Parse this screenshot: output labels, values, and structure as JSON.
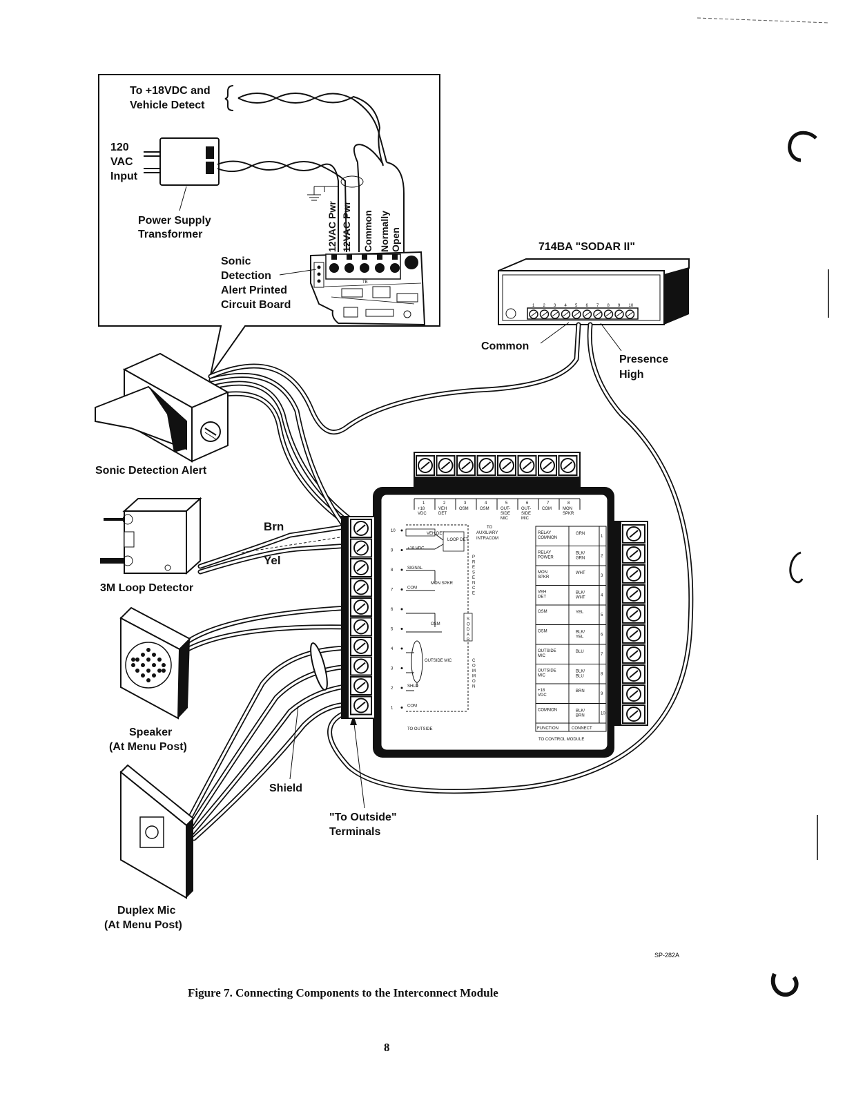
{
  "inset": {
    "to_18vdc_line1": "To +18VDC and",
    "to_18vdc_line2": "Vehicle Detect",
    "vac_line1": "120",
    "vac_line2": "VAC",
    "vac_line3": "Input",
    "power_supply_line1": "Power Supply",
    "power_supply_line2": "Transformer",
    "pcb_line1": "Sonic",
    "pcb_line2": "Detection",
    "pcb_line3": "Alert Printed",
    "pcb_line4": "Circuit Board",
    "terminal_labels": [
      "12VAC Pwr",
      "12VAC Pwr",
      "Common",
      "Normally",
      "Open"
    ],
    "pcb_tag": "TB"
  },
  "sodar": {
    "title": "714BA \"SODAR II\"",
    "terminal_numbers": [
      "1",
      "2",
      "3",
      "4",
      "5",
      "6",
      "7",
      "8",
      "9",
      "10"
    ],
    "common_label": "Common",
    "presence_line1": "Presence",
    "presence_line2": "High"
  },
  "components": {
    "sonic_alert": "Sonic Detection Alert",
    "loop_detector": "3M Loop Detector",
    "speaker_line1": "Speaker",
    "speaker_line2": "(At Menu Post)",
    "mic_line1": "Duplex Mic",
    "mic_line2": "(At Menu Post)"
  },
  "wire_labels": {
    "brn": "Brn",
    "yel": "Yel",
    "shield": "Shield",
    "to_outside_line1": "\"To Outside\"",
    "to_outside_line2": "Terminals"
  },
  "module": {
    "top_header": [
      {
        "num": "1",
        "label": "+18 VDC"
      },
      {
        "num": "2",
        "label": "VEH DET"
      },
      {
        "num": "3",
        "label": "OSM"
      },
      {
        "num": "4",
        "label": "OSM"
      },
      {
        "num": "5",
        "label": "OUT- SIDE MIC"
      },
      {
        "num": "6",
        "label": "OUT- SIDE MIC"
      },
      {
        "num": "7",
        "label": "COM"
      },
      {
        "num": "8",
        "label": "MON SPKR"
      }
    ],
    "left_rows": [
      {
        "num": "10",
        "label": "VEH DET"
      },
      {
        "num": "9",
        "label": "+18 VDC"
      },
      {
        "num": "8",
        "label": "SIGNAL"
      },
      {
        "num": "7",
        "label": "COM"
      },
      {
        "num": "6",
        "label": ""
      },
      {
        "num": "5",
        "label": ""
      },
      {
        "num": "4",
        "label": ""
      },
      {
        "num": "3",
        "label": ""
      },
      {
        "num": "2",
        "label": "SHLD"
      },
      {
        "num": "1",
        "label": "COM"
      }
    ],
    "loop_det": "LOOP DET",
    "mon_spkr": "MON SPKR",
    "osm": "OSM",
    "outside_mic": "OUTSIDE MIC",
    "to_aux_line1": "TO",
    "to_aux_line2": "AUXILIARY",
    "to_aux_line3": "INTRACOM",
    "presence_vertical": "PRESENCE",
    "sodar_vertical": "SODAR",
    "common_vertical": "COMMON",
    "to_outside": "TO OUTSIDE",
    "right_table": [
      {
        "func": "RELAY COMMON",
        "color": "GRN",
        "num": "1"
      },
      {
        "func": "RELAY POWER",
        "color": "BLK/ GRN",
        "num": "2"
      },
      {
        "func": "MON SPKR",
        "color": "WHT",
        "num": "3"
      },
      {
        "func": "VEH DET",
        "color": "BLK/ WHT",
        "num": "4"
      },
      {
        "func": "OSM",
        "color": "YEL",
        "num": "5"
      },
      {
        "func": "OSM",
        "color": "BLK/ YEL",
        "num": "6"
      },
      {
        "func": "OUTSIDE MIC",
        "color": "BLU",
        "num": "7"
      },
      {
        "func": "OUTSIDE MIC",
        "color": "BLK/ BLU",
        "num": "8"
      },
      {
        "func": "+18 VDC",
        "color": "BRN",
        "num": "9"
      },
      {
        "func": "COMMON",
        "color": "BLK/ BRN",
        "num": "10"
      }
    ],
    "table_footer_function": "FUNCTION",
    "table_footer_connect": "CONNECT",
    "table_footer_to_control": "TO CONTROL MODULE"
  },
  "ref_code": "SP-282A",
  "caption": "Figure 7.  Connecting Components to the Interconnect Module",
  "page_number": "8"
}
